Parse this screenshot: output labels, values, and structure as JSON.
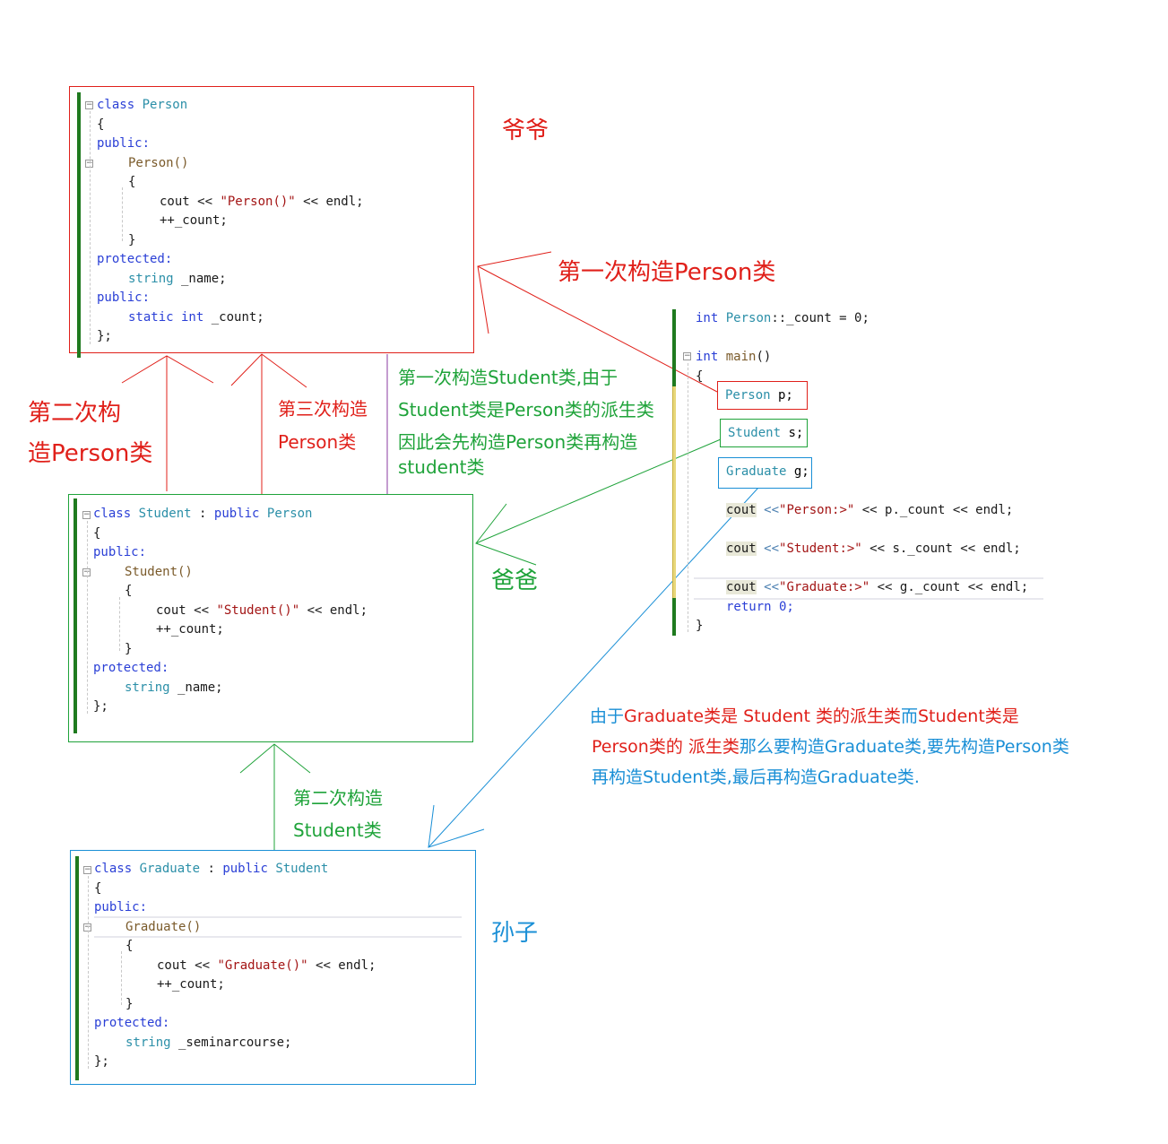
{
  "person_box": {
    "lines": [
      [
        "class ",
        "Person"
      ],
      [
        "{"
      ],
      [
        "public:"
      ],
      [
        "Person()"
      ],
      [
        "{"
      ],
      [
        "cout << \"Person()\" << endl;"
      ],
      [
        "++_count;"
      ],
      [
        "}"
      ],
      [
        "protected:"
      ],
      [
        "string",
        " _name;"
      ],
      [
        "public:"
      ],
      [
        "static int",
        " _count;"
      ],
      [
        "};"
      ]
    ]
  },
  "student_box": {
    "line0a": "class ",
    "line0b": "Student",
    "line0c": " : ",
    "line0d": "public",
    "line0e": " ",
    "line0f": "Person",
    "l1": "{",
    "l2": "public:",
    "l3": "Student()",
    "l4": "{",
    "l5a": "cout << ",
    "l5b": "\"Student()\"",
    "l5c": " << endl;",
    "l6": "++_count;",
    "l7": "}",
    "l8": "protected:",
    "l9a": "string",
    "l9b": " _name;",
    "l10": "};"
  },
  "graduate_box": {
    "line0a": "class ",
    "line0b": "Graduate",
    "line0c": " : ",
    "line0d": "public",
    "line0e": " ",
    "line0f": "Student",
    "l1": "{",
    "l2": "public:",
    "l3": "Graduate()",
    "l4": "{",
    "l5a": "cout << ",
    "l5b": "\"Graduate()\"",
    "l5c": " << endl;",
    "l6": "++_count;",
    "l7": "}",
    "l8": "protected:",
    "l9a": "string",
    "l9b": " _seminarcourse;",
    "l10": "};"
  },
  "person_code": {
    "l0a": "class ",
    "l0b": "Person",
    "l1": "{",
    "l2": "public:",
    "l3": "Person()",
    "l4": "{",
    "l5a": "cout << ",
    "l5b": "\"Person()\"",
    "l5c": " << endl;",
    "l6": "++_count;",
    "l7": "}",
    "l8": "protected:",
    "l9a": "string",
    "l9b": " _name;",
    "l10": "public:",
    "l11a": "static int",
    "l11b": " _count;",
    "l12": "};"
  },
  "main_code": {
    "l0a": "int",
    "l0b": " ",
    "l0c": "Person",
    "l0d": "::_count = 0;",
    "l1a": "int",
    "l1b": " ",
    "l1c": "main",
    "l1d": "()",
    "l2": "{",
    "p_decl_a": "Person",
    "p_decl_b": " p;",
    "s_decl_a": "Student",
    "s_decl_b": " s;",
    "g_decl_a": "Graduate",
    "g_decl_b": " g;",
    "c1a": "cout",
    "c1b": " <<",
    "c1c": "\"Person:>\"",
    "c1d": " << p._count << endl;",
    "c2a": "cout",
    "c2b": " <<",
    "c2c": "\"Student:>\"",
    "c2d": " << s._count << endl;",
    "c3a": "cout",
    "c3b": " <<",
    "c3c": "\"Graduate:>\"",
    "c3d": " << g._count << endl;",
    "r": "return 0;",
    "end": "}"
  },
  "labels": {
    "grandpa": "爷爷",
    "dad": "爸爸",
    "grandson": "孙子",
    "first_person": "第一次构造Person类",
    "second_person_1": "第二次构",
    "second_person_2": "造Person类",
    "third_person_1": "第三次构造",
    "third_person_2": "Person类",
    "first_student_1": "第一次构造Student类,由于",
    "first_student_2": "Student类是Person类的派生类",
    "first_student_3": "因此会先构造Person类再构造",
    "first_student_4": "student类",
    "second_student_1": "第二次构造",
    "second_student_2": "Student类",
    "note_1a": "由于",
    "note_1b": "Graduate类是 Student 类的派生类",
    "note_1c": "而",
    "note_1d": "Student类是",
    "note_2a": "Person类的 派生类",
    "note_2b": "那么要构造Graduate类,要先构造Person类",
    "note_3": "再构造Student类,最后再构造Graduate类."
  },
  "colors": {
    "red": "#e0201a",
    "green": "#1fa33a",
    "blue": "#1a8fd6",
    "bar": "#1f7a1f"
  }
}
